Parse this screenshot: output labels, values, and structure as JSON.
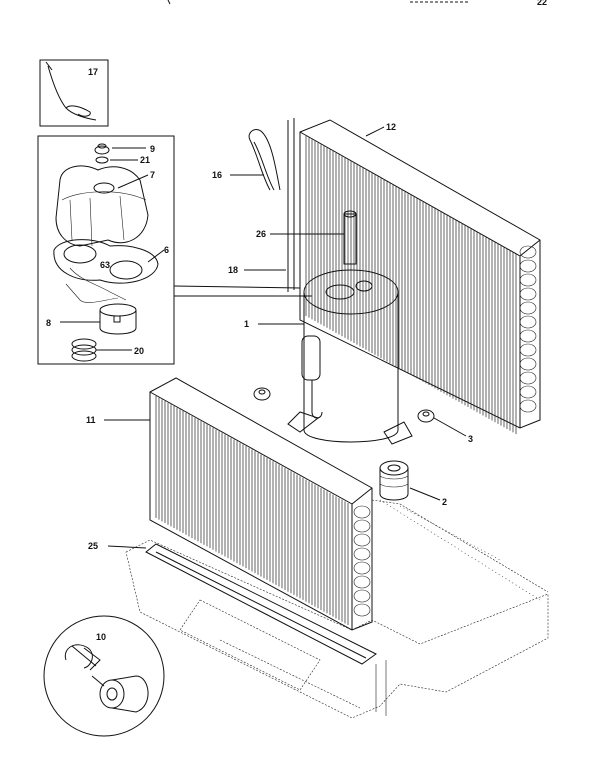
{
  "header": {
    "right_mark": "22"
  },
  "callouts": {
    "p1": "1",
    "p2": "2",
    "p3": "3",
    "p6": "6",
    "p7": "7",
    "p8": "8",
    "p9": "9",
    "p10": "10",
    "p11": "11",
    "p12": "12",
    "p16": "16",
    "p17": "17",
    "p18": "18",
    "p20": "20",
    "p21": "21",
    "p25": "25",
    "p26": "26",
    "p63": "63"
  },
  "icons": [
    "compressor-icon",
    "condenser-coil-icon",
    "evaporator-coil-icon",
    "base-pan-icon",
    "capacitor-icon"
  ]
}
